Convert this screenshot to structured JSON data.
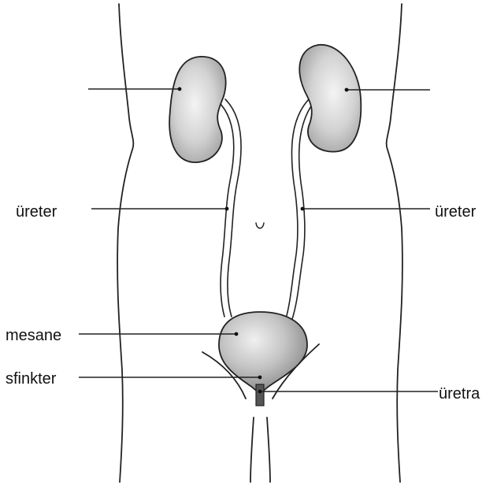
{
  "labels": {
    "ureter_left": "üreter",
    "ureter_right": "üreter",
    "mesane": "mesane",
    "sfinkter": "sfinkter",
    "uretra": "üretra"
  },
  "colors": {
    "outline": "#222222",
    "kidney_fill_light": "#f2f2f2",
    "kidney_fill_dark": "#a8a8a8",
    "bladder_fill_light": "#ededed",
    "bladder_fill_dark": "#8d8d8d"
  }
}
